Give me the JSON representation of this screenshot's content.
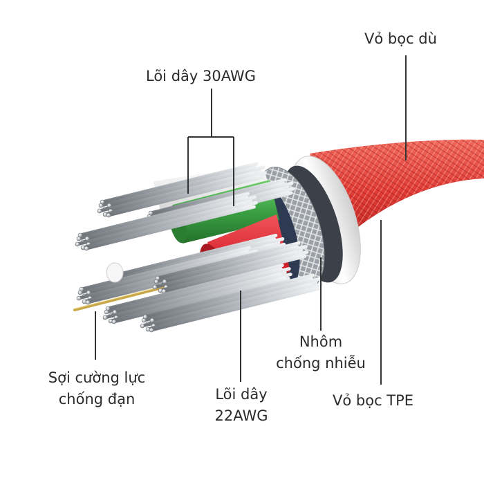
{
  "labels": {
    "outer_braid": "Vỏ bọc dù",
    "core_30awg": "Lõi dây 30AWG",
    "kevlar_line1": "Sợi cường lực",
    "kevlar_line2": "chống đạn",
    "core_22awg_line1": "Lõi dây",
    "core_22awg_line2": "22AWG",
    "shield_line1": "Nhôm",
    "shield_line2": "chống nhiễu",
    "tpe_jacket": "Vỏ bọc TPE"
  },
  "colors": {
    "braid": "#e03b35",
    "tpe": "#f2f2f2",
    "shield": "#a9adb3",
    "green_wire": "#3aa043",
    "red_wire": "#d8242f",
    "white_wire": "#f4f4f4",
    "strand": "#b8bdc3",
    "kevlar": "#c9a84a",
    "leader": "#333333"
  },
  "icons": [
    "cable-cross-section-illustration"
  ]
}
